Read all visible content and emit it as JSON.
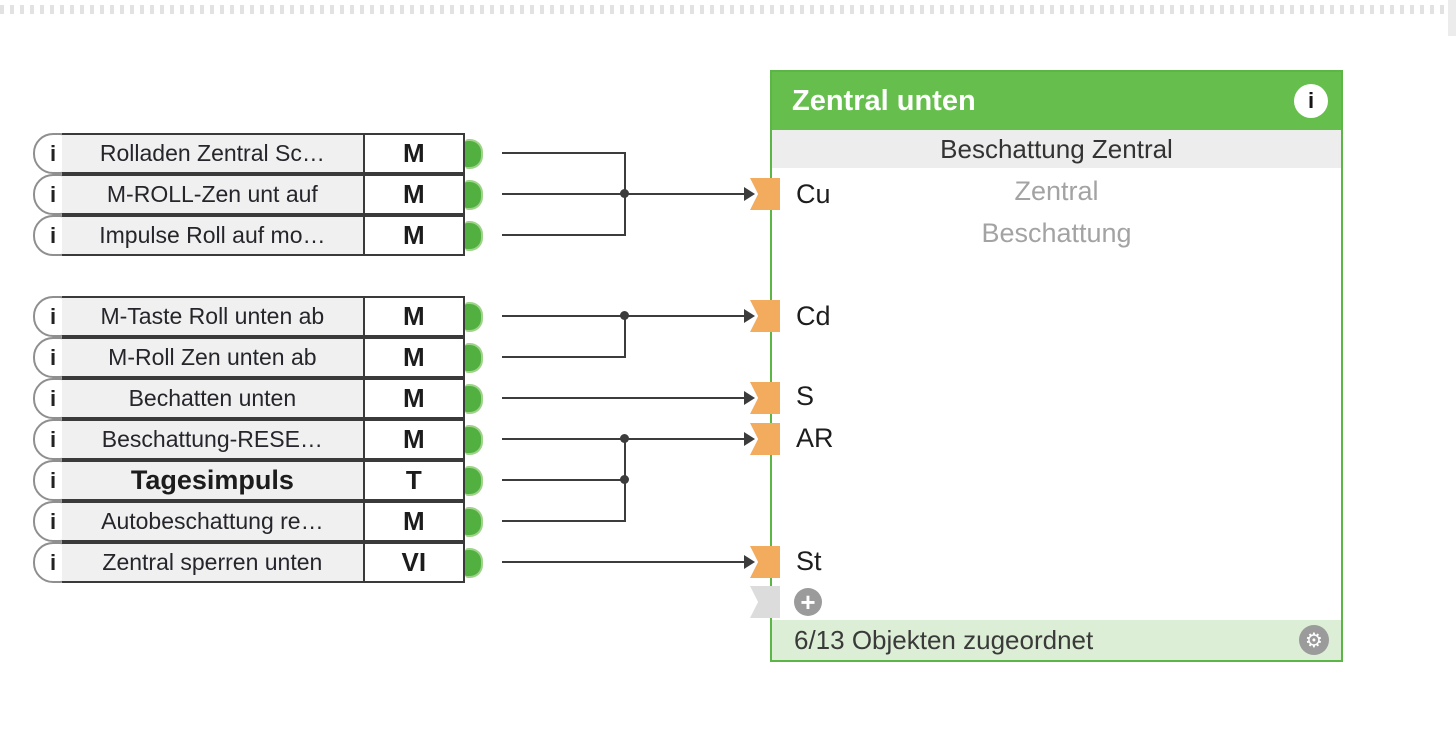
{
  "left_nodes": [
    {
      "label": "Rolladen Zentral Sc…",
      "type": "M"
    },
    {
      "label": "M-ROLL-Zen unt auf",
      "type": "M"
    },
    {
      "label": "Impulse Roll auf mo…",
      "type": "M"
    },
    {
      "label": "M-Taste Roll unten ab",
      "type": "M"
    },
    {
      "label": "M-Roll Zen unten ab",
      "type": "M"
    },
    {
      "label": "Bechatten unten",
      "type": "M"
    },
    {
      "label": "Beschattung-RESE…",
      "type": "M"
    },
    {
      "label": "Tagesimpuls",
      "type": "T"
    },
    {
      "label": "Autobeschattung re…",
      "type": "M"
    },
    {
      "label": "Zentral sperren unten",
      "type": "VI"
    }
  ],
  "block": {
    "title": "Zentral unten",
    "subtitle": "Beschattung Zentral",
    "ghost_line1": "Zentral",
    "ghost_line2": "Beschattung",
    "inputs": [
      {
        "label": "Cu"
      },
      {
        "label": "Cd"
      },
      {
        "label": "S"
      },
      {
        "label": "AR"
      },
      {
        "label": "St"
      }
    ],
    "footer_text": "6/13 Objekten zugeordnet"
  },
  "icons": {
    "info": "i",
    "plus": "+",
    "gear": "⚙"
  },
  "colors": {
    "block_green": "#66bf4d",
    "border_green": "#5bb646",
    "footer_green": "#ddeed6",
    "connector_orange": "#f3ab5d",
    "nub_green": "#52b041",
    "wire_dark": "#3c3c3c"
  }
}
